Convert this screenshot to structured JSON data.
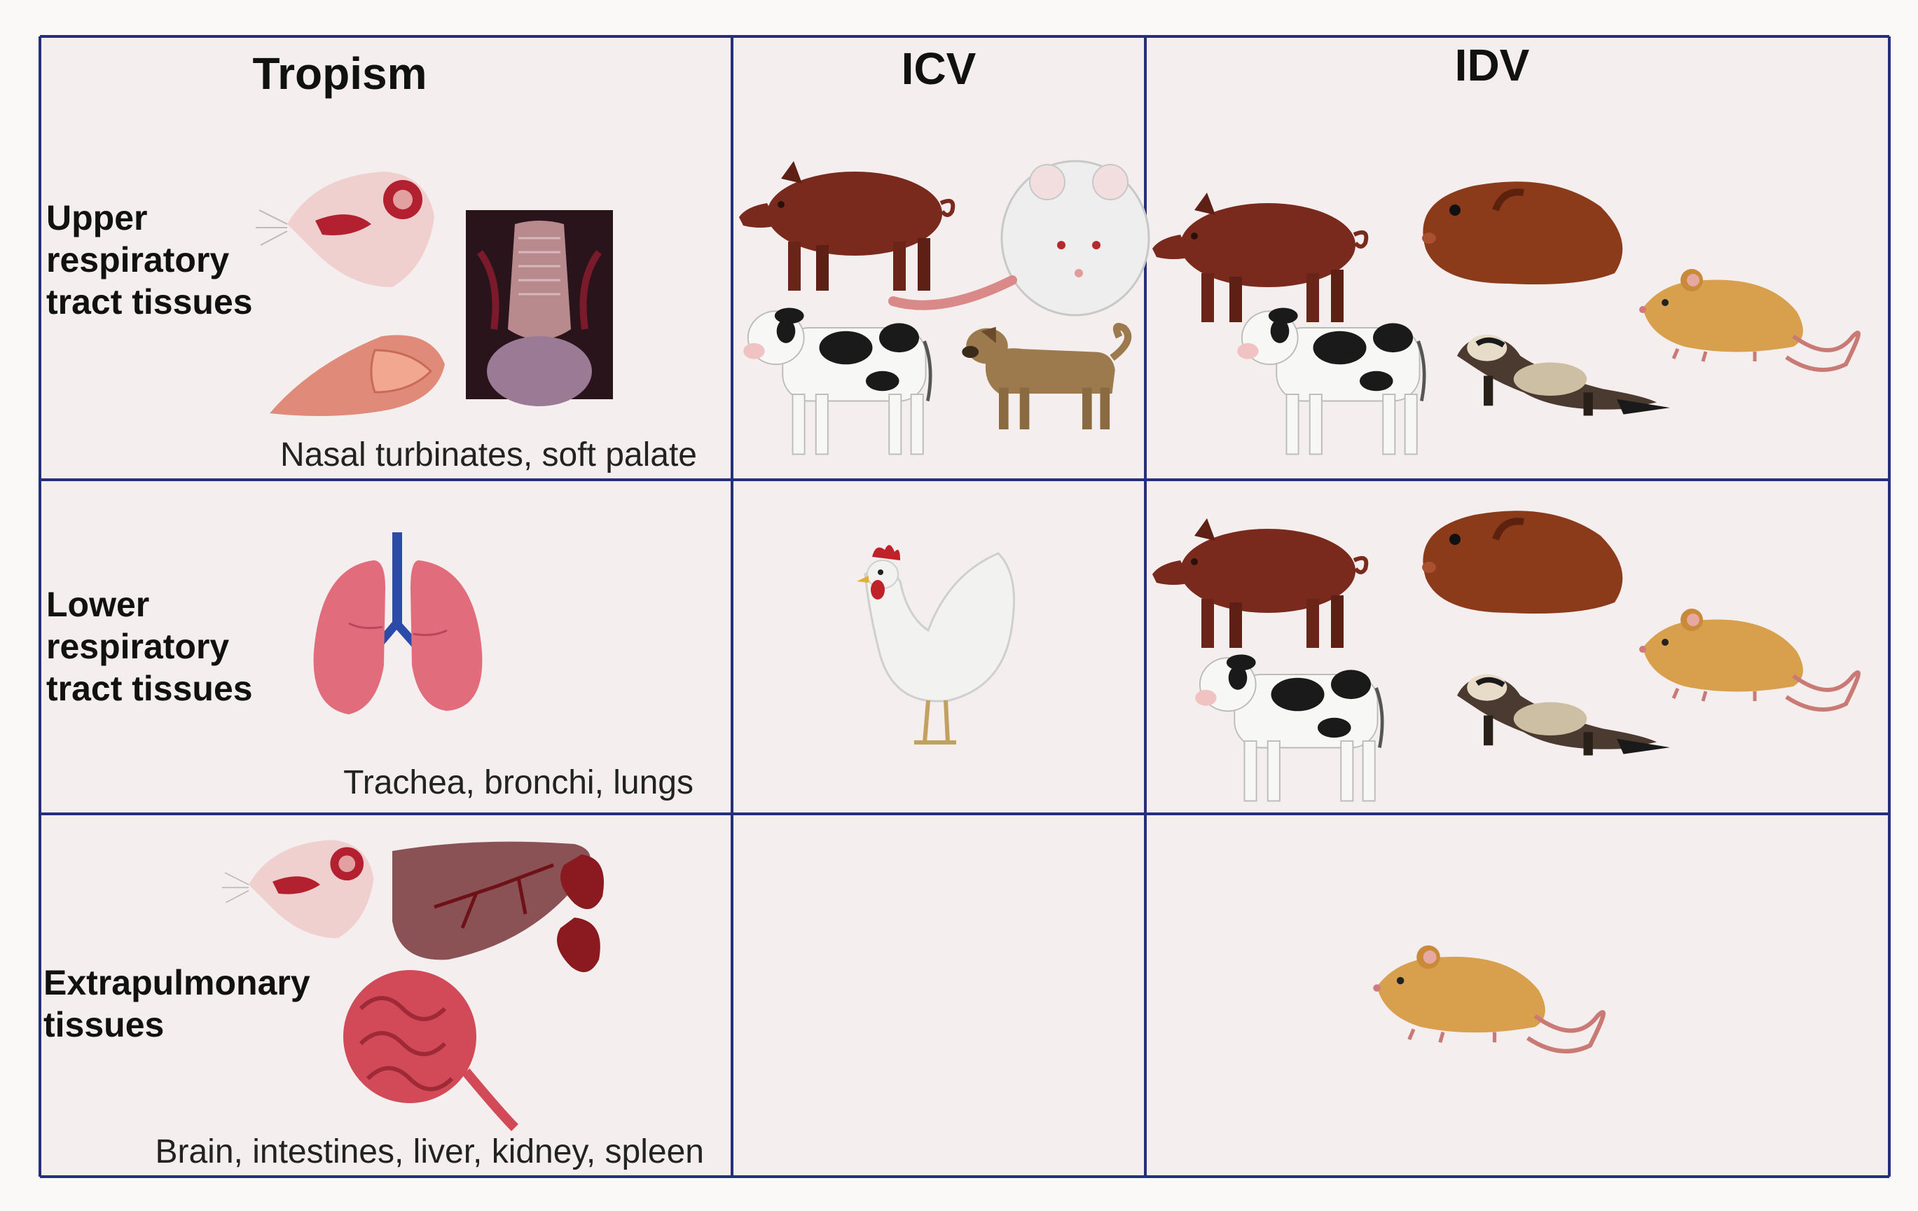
{
  "headers": {
    "tropism": "Tropism",
    "icv": "ICV",
    "idv": "IDV"
  },
  "rows": [
    {
      "label_lines": [
        "Upper",
        "respiratory",
        "tract tissues"
      ],
      "caption": "Nasal turbinates, soft palate",
      "tissue_icons": [
        "rat-head-nasal-icon",
        "soft-palate-icon",
        "nasal-dissection-photo"
      ],
      "icv_hosts": [
        "pig",
        "rat",
        "cow",
        "dog"
      ],
      "idv_hosts": [
        "pig",
        "guinea-pig",
        "mouse",
        "cow",
        "ferret"
      ]
    },
    {
      "label_lines": [
        "Lower",
        "respiratory",
        "tract tissues"
      ],
      "caption": "Trachea, bronchi, lungs",
      "tissue_icons": [
        "lungs-icon"
      ],
      "icv_hosts": [
        "chicken"
      ],
      "idv_hosts": [
        "pig",
        "guinea-pig",
        "mouse",
        "cow",
        "ferret"
      ]
    },
    {
      "label_lines": [
        "Extrapulmonary",
        "tissues"
      ],
      "caption": "Brain, intestines, liver, kidney, spleen",
      "tissue_icons": [
        "rat-head-brain-icon",
        "liver-icon",
        "kidney-icon",
        "intestines-icon"
      ],
      "icv_hosts": [],
      "idv_hosts": [
        "mouse"
      ]
    }
  ],
  "colors": {
    "grid": "#25307a",
    "cell_background": "#f5eeef",
    "pig": "#7a2a1c",
    "guinea_pig": "#8b3a1a",
    "mouse": "#d8a04c",
    "ferret": "#4a3a30",
    "tissue_red": "#c03a45"
  }
}
